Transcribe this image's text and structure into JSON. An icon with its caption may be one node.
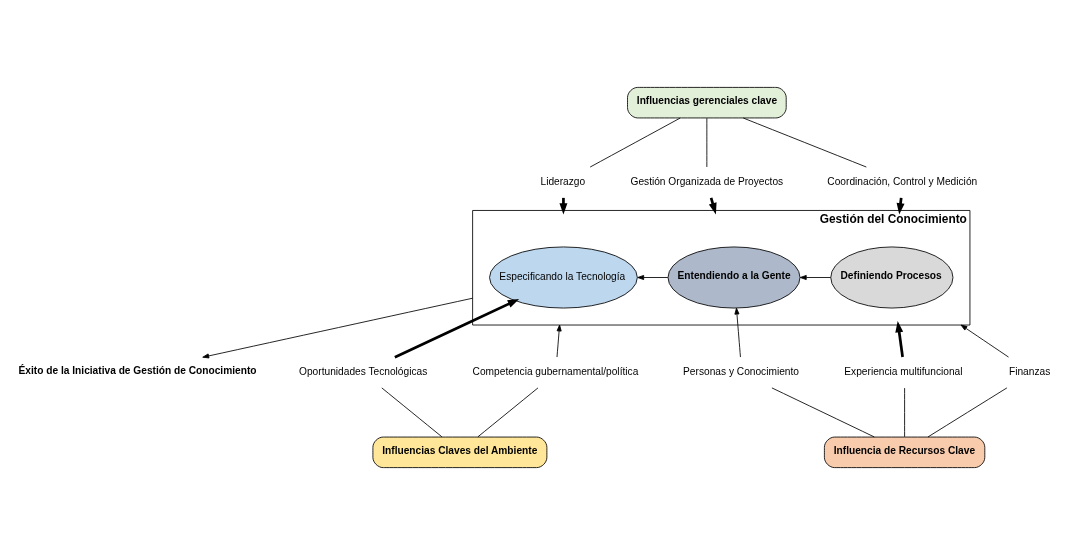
{
  "diagram": {
    "nodes": [
      {
        "text": [
          "Influencias gerenciales clave"
        ]
      },
      {
        "text": [
          "Liderazgo"
        ]
      },
      {
        "text": [
          "Gestión Organizada de Proyectos"
        ]
      },
      {
        "text": [
          "Coordinación, Control y Medición"
        ]
      },
      {
        "text": [
          "Gestión del Conocimiento"
        ]
      },
      {
        "text": [
          "Definiendo Procesos"
        ],
        "in": 4
      },
      {
        "text": [
          "Entendiendo a la Gente"
        ],
        "in": 4
      },
      {
        "text": [
          "Especificando la Tecnología"
        ],
        "in": 4
      },
      {
        "text": [
          "Éxito de la Iniciativa de Gestión de Conocimiento"
        ]
      },
      {
        "text": [
          "Personas y Conocimiento"
        ]
      },
      {
        "text": [
          "Oportunidades Tecnológicas"
        ]
      },
      {
        "text": [
          "Experiencia multifuncional"
        ]
      },
      {
        "text": [
          "Finanzas"
        ]
      },
      {
        "text": [
          "Competencia gubernamental/política"
        ]
      },
      {
        "text": [
          "Influencia de Recursos Clave"
        ]
      },
      {
        "text": [
          "Influencias Claves del Ambiente"
        ]
      }
    ],
    "edges": [
      {
        "from": 0,
        "to": 1,
        "arrow": "none"
      },
      {
        "from": 0,
        "to": 2,
        "arrow": "none"
      },
      {
        "from": 0,
        "to": 3,
        "arrow": "none"
      },
      {
        "from": 3,
        "to": 4,
        "arrow": "to",
        "style": "thick"
      },
      {
        "from": 2,
        "to": 4,
        "arrow": "to",
        "style": "thick"
      },
      {
        "from": 1,
        "to": 4,
        "arrow": "to",
        "style": "thick"
      },
      {
        "from": 5,
        "to": 6,
        "arrow": "to"
      },
      {
        "from": 6,
        "to": 7,
        "arrow": "to"
      },
      {
        "from": 4,
        "to": 8,
        "arrow": "to"
      },
      {
        "from": 12,
        "to": 4,
        "arrow": "to"
      },
      {
        "from": 11,
        "to": 4,
        "arrow": "to",
        "style": "thick"
      },
      {
        "from": 9,
        "to": 6,
        "arrow": "to"
      },
      {
        "from": 13,
        "to": 4,
        "arrow": "to"
      },
      {
        "from": 10,
        "to": 7,
        "arrow": "to",
        "style": "thick"
      },
      {
        "from": 14,
        "to": 12,
        "arrow": "none"
      },
      {
        "from": 14,
        "to": 11,
        "arrow": "none"
      },
      {
        "from": 14,
        "to": 9,
        "arrow": "none"
      },
      {
        "from": 15,
        "to": 10,
        "arrow": "none"
      },
      {
        "from": 15,
        "to": 13,
        "arrow": "none"
      }
    ]
  }
}
